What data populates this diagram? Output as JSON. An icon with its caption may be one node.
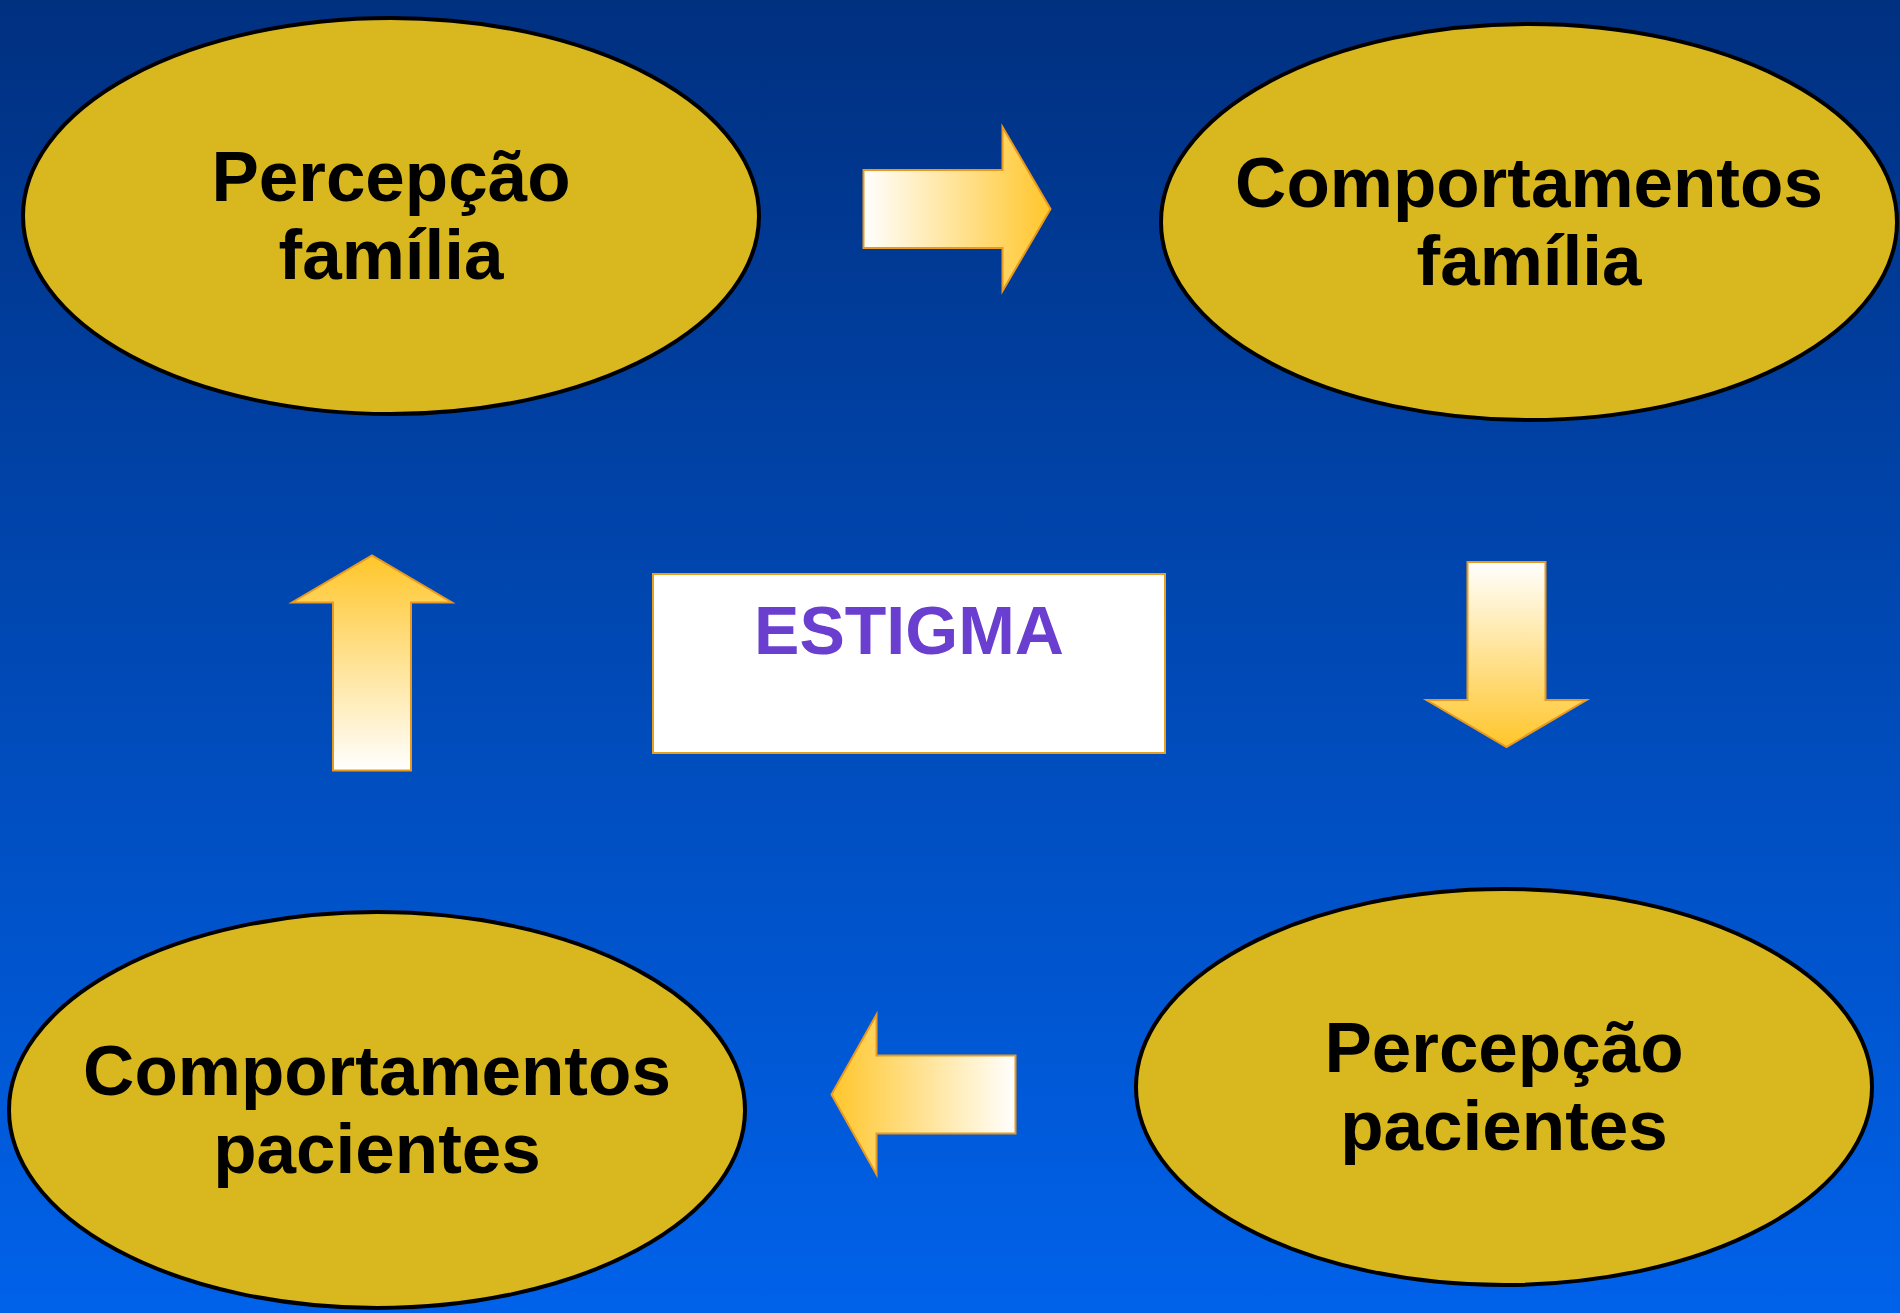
{
  "diagram": {
    "nodes": [
      {
        "text": [
          "Percepção família"
        ]
      },
      {
        "text": [
          "Comportamentos família"
        ]
      },
      {
        "text": [
          "Percepção pacientes"
        ]
      },
      {
        "text": [
          "Comportamentos pacientes"
        ]
      },
      {
        "text": [
          "ESTIGMA"
        ]
      }
    ],
    "edges": [
      {
        "from": 0,
        "to": 1,
        "arrow": "to",
        "style": "thick"
      },
      {
        "from": 1,
        "to": 2,
        "arrow": "to",
        "style": "thick"
      },
      {
        "from": 2,
        "to": 3,
        "arrow": "to",
        "style": "thick"
      },
      {
        "from": 3,
        "to": 0,
        "arrow": "to",
        "style": "thick"
      }
    ]
  }
}
